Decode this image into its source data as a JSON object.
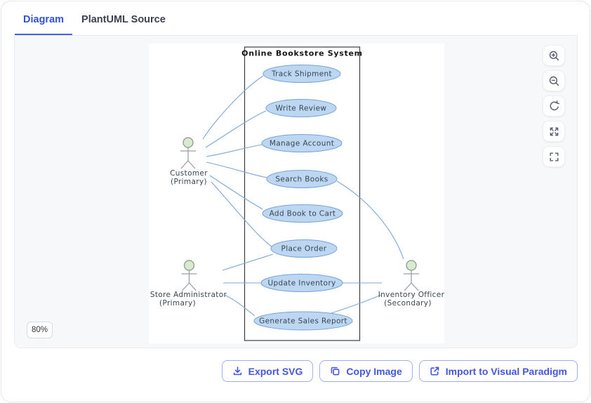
{
  "tabs": [
    {
      "label": "Diagram",
      "active": true
    },
    {
      "label": "PlantUML Source",
      "active": false
    }
  ],
  "controls": {
    "zoom_label": "80%",
    "buttons": [
      "zoom-in",
      "zoom-out",
      "reset-view",
      "expand",
      "fullscreen"
    ]
  },
  "diagram": {
    "system_name": "Online Bookstore System",
    "use_cases": [
      "Track Shipment",
      "Write Review",
      "Manage Account",
      "Search Books",
      "Add Book to Cart",
      "Place Order",
      "Update Inventory",
      "Generate Sales Report"
    ],
    "actors": [
      {
        "name": "Customer",
        "role": "(Primary)"
      },
      {
        "name": "Store Administrator",
        "role": "(Primary)"
      },
      {
        "name": "Inventory Officer",
        "role": "(Secondary)"
      }
    ],
    "associations": [
      "Customer - Track Shipment",
      "Customer - Write Review",
      "Customer - Manage Account",
      "Customer - Search Books",
      "Customer - Add Book to Cart",
      "Customer - Place Order",
      "Store Administrator - Place Order",
      "Store Administrator - Update Inventory",
      "Store Administrator - Generate Sales Report",
      "Search Books - Inventory Officer",
      "Update Inventory - Inventory Officer",
      "Generate Sales Report - Inventory Officer"
    ]
  },
  "footer": {
    "buttons": [
      {
        "label": "Export SVG"
      },
      {
        "label": "Copy Image"
      },
      {
        "label": "Import to Visual Paradigm"
      }
    ]
  },
  "colors": {
    "tab_accent": "#3251d4",
    "tab_underline": "#4263eb",
    "action_button_text": "#4355e4",
    "action_button_border": "#9fb0f2",
    "usecase_fill": "#bdd7f2",
    "usecase_stroke": "#73a3d6",
    "connector_line": "#7da7d9",
    "actor_head_fill": "#d8ead0",
    "canvas_background": "#f7f8fa",
    "boundary_stroke": "#3c3c3c"
  }
}
